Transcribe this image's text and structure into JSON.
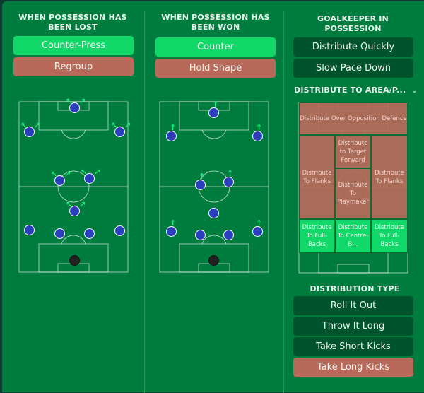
{
  "lost": {
    "title": "WHEN POSSESSION HAS BEEN LOST",
    "options": [
      "Counter-Press",
      "Regroup"
    ]
  },
  "won": {
    "title": "WHEN POSSESSION HAS BEEN WON",
    "options": [
      "Counter",
      "Hold Shape"
    ]
  },
  "gk": {
    "title": "GOALKEEPER IN POSSESSION",
    "options": [
      "Distribute Quickly",
      "Slow Pace Down"
    ],
    "area_dropdown": "DISTRIBUTE TO AREA/P...",
    "zones": [
      "Distribute Over Opposition Defence",
      "Distribute To Flanks",
      "Distribute to Target Forward",
      "Distribute To Playmaker",
      "Distribute To Flanks",
      "Distribute To Full-Backs",
      "Distribute To Centre-B...",
      "Distribute To Full-Backs"
    ],
    "dist_type_title": "DISTRIBUTION TYPE",
    "dist_types": [
      "Roll It Out",
      "Throw It Long",
      "Take Short Kicks",
      "Take Long Kicks"
    ]
  },
  "colors": {
    "selected": "#12d86a",
    "rejected": "#b8695a",
    "neutral": "#00542b",
    "background": "#007c3e"
  }
}
